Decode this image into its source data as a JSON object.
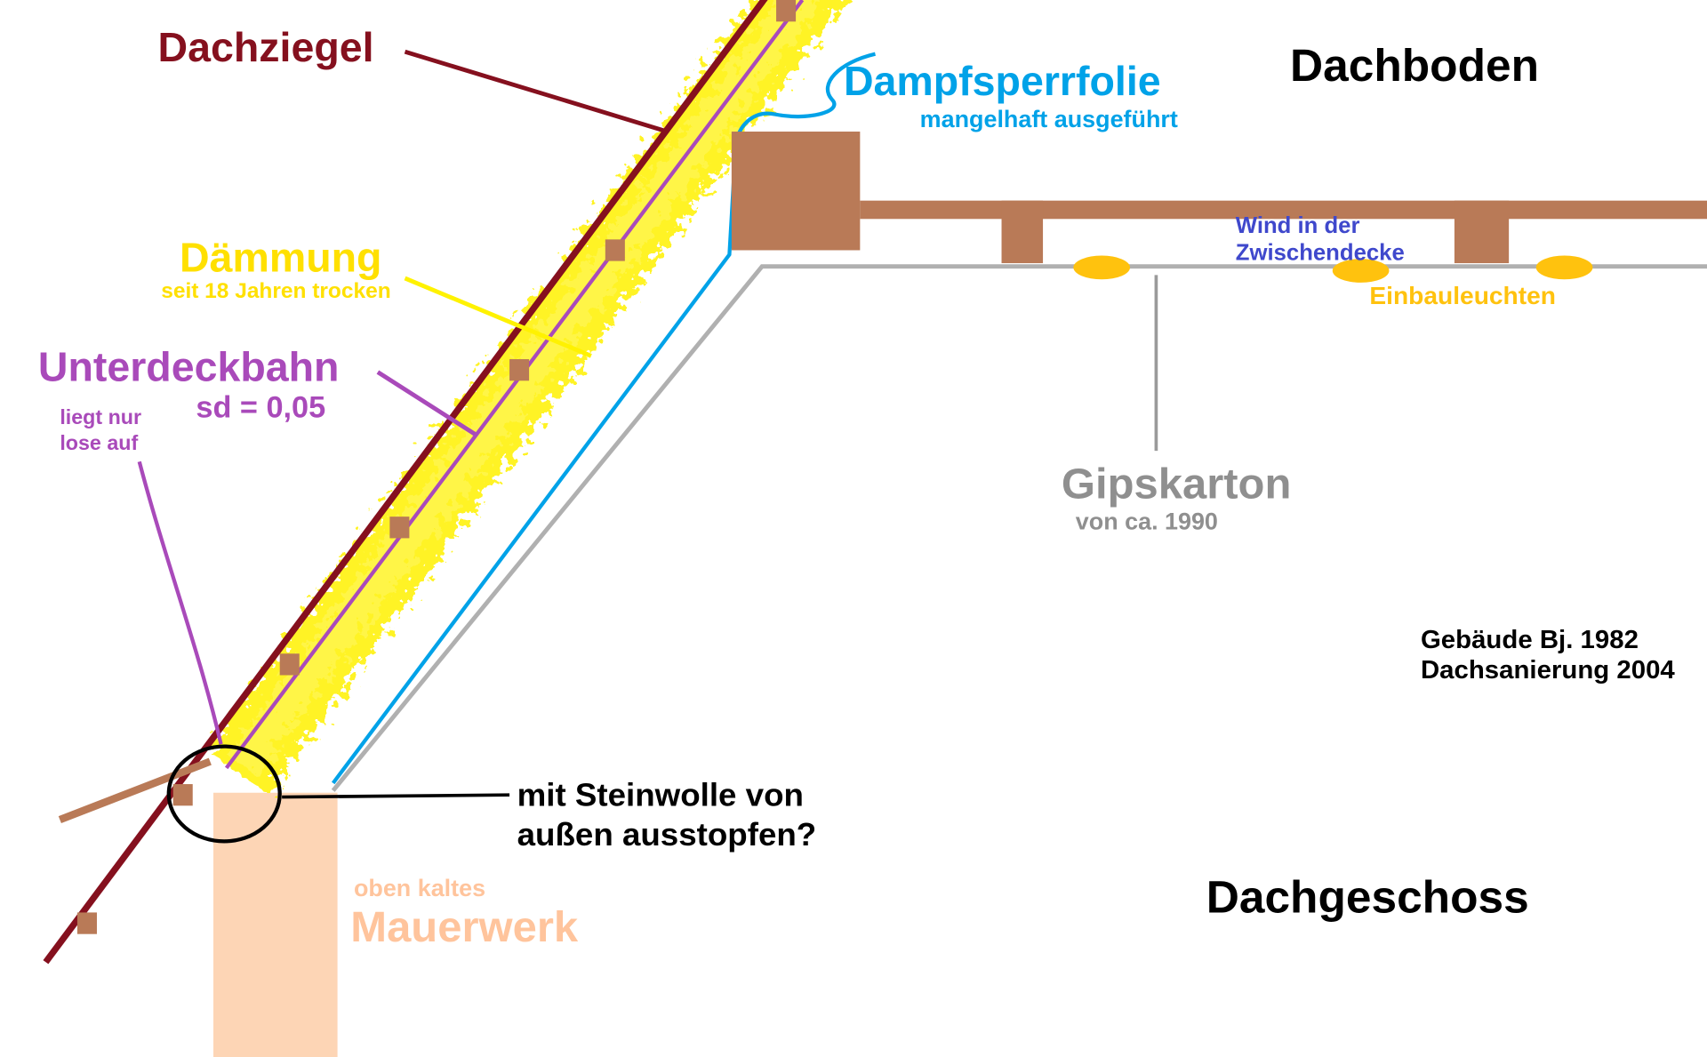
{
  "diagram": {
    "type": "roof-construction-detail-sketch",
    "colors": {
      "roof_tile_dark_red": "#85101e",
      "insulation_yellow": "#fff200",
      "underlay_purple": "#a94aba",
      "vapor_barrier_cyan": "#00a2e8",
      "wood_brown": "#b97a57",
      "plasterboard_gray": "#b0b0b0",
      "wind_note_blue": "#3f48cc",
      "recessed_lights_orange": "#ffc20e",
      "masonry_peach": "#fdd5b5",
      "text_black": "#000000"
    }
  },
  "labels": {
    "dachziegel": "Dachziegel",
    "daemmung_title": "Dämmung",
    "daemmung_sub": "seit 18 Jahren trocken",
    "unterdeckbahn_title": "Unterdeckbahn",
    "unterdeckbahn_sd": "sd = 0,05",
    "unterdeckbahn_note_line1": "liegt nur",
    "unterdeckbahn_note_line2": "lose auf",
    "dampfsperrfolie_title": "Dampfsperrfolie",
    "dampfsperrfolie_sub": "mangelhaft ausgeführt",
    "dachboden": "Dachboden",
    "wind_line1": "Wind in der",
    "wind_line2": "Zwischendecke",
    "einbauleuchten": "Einbauleuchten",
    "gipskarton_title": "Gipskarton",
    "gipskarton_sub": "von ca. 1990",
    "building_line1": "Gebäude Bj. 1982",
    "building_line2": "Dachsanierung 2004",
    "steinwolle_line1": "mit Steinwolle von",
    "steinwolle_line2": "außen ausstopfen?",
    "mauerwerk_sub": "oben kaltes",
    "mauerwerk_title": "Mauerwerk",
    "dachgeschoss": "Dachgeschoss"
  }
}
